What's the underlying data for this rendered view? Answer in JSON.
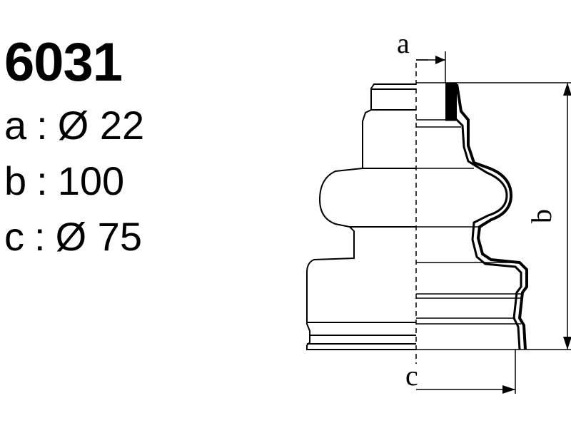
{
  "part_number": "6031",
  "specs": [
    {
      "key": "a",
      "sep": ":",
      "value": "Ø 22"
    },
    {
      "key": "b",
      "sep": ":",
      "value": "100"
    },
    {
      "key": "c",
      "sep": ":",
      "value": "Ø 75"
    }
  ],
  "diagram": {
    "label_a": "a",
    "label_b": "b",
    "label_c": "c"
  }
}
